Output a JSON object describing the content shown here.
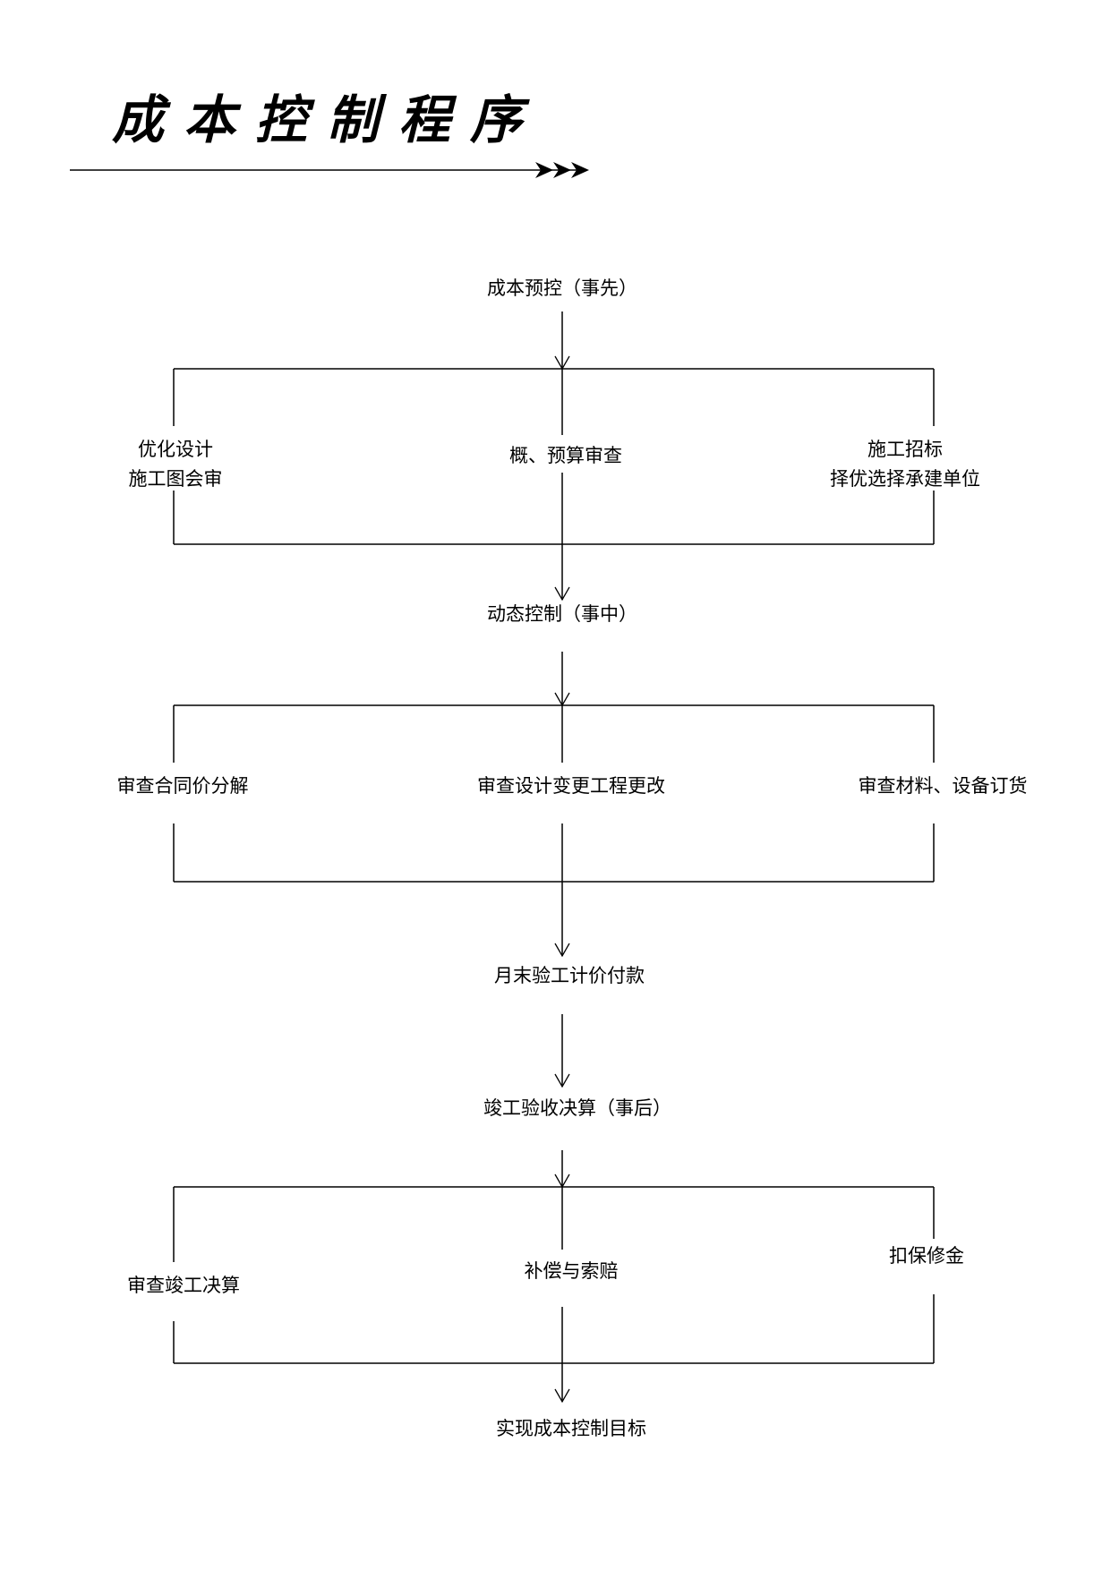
{
  "title": "成本控制程序",
  "stages": {
    "pre": "成本预控（事先）",
    "mid": "动态控制（事中）",
    "monthly": "月末验工计价付款",
    "post": "竣工验收决算（事后）",
    "goal": "实现成本控制目标"
  },
  "group1": {
    "left": [
      "优化设计",
      "施工图会审"
    ],
    "center": [
      "概、预算审查"
    ],
    "right": [
      "施工招标",
      "择优选择承建单位"
    ]
  },
  "group2": {
    "left": [
      "审查合同价分解"
    ],
    "center": [
      "审查设计变更工程更改"
    ],
    "right": [
      "审查材料、设备订货"
    ]
  },
  "group3": {
    "left": [
      "审查竣工决算"
    ],
    "center": [
      "补偿与索赔"
    ],
    "right": [
      "扣保修金"
    ]
  }
}
